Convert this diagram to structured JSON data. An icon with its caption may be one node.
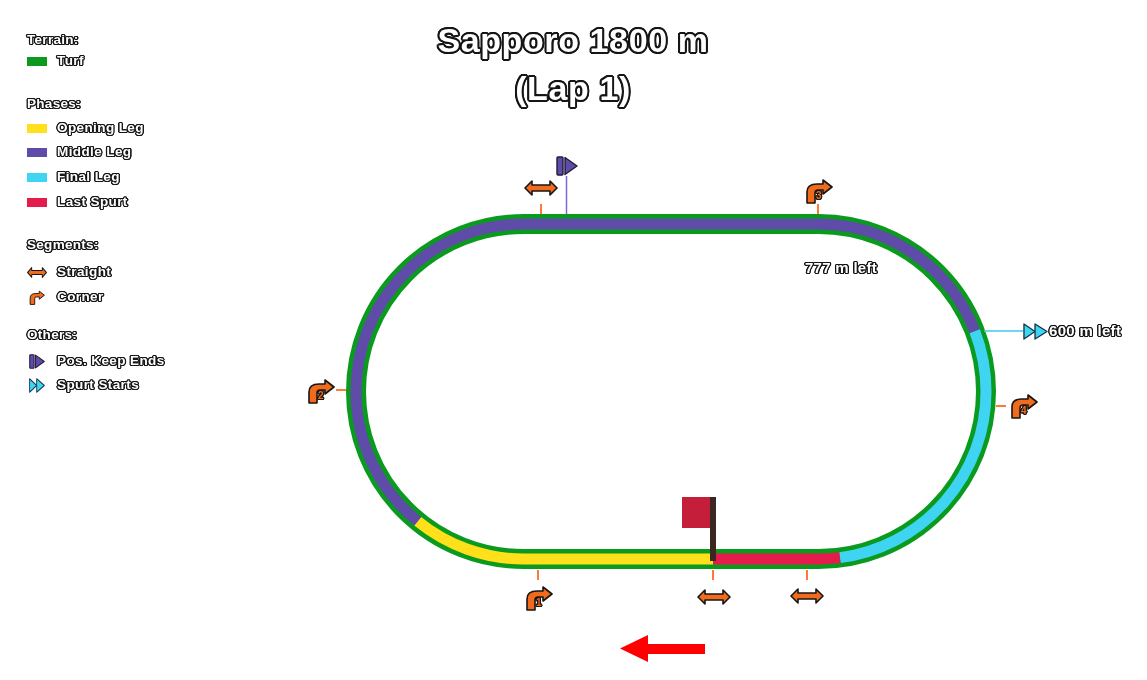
{
  "diagram": {
    "title": "Sapporo 1800 m (Lap 1)",
    "nodes": [
      {
        "text": [],
        "shape": "icon"
      },
      {
        "text": [
          "600 m left"
        ]
      }
    ],
    "edges": [
      {
        "from": 0,
        "to": null,
        "arrow": "none",
        "color": "#7b68d4"
      },
      {
        "from": 1,
        "to": null,
        "arrow": "none",
        "color": "#3fc8ef"
      }
    ],
    "labels": [
      "Terrain:",
      "Phases:",
      "Segments:",
      "Others:",
      "3",
      "777 m left",
      "2",
      "4",
      "1"
    ],
    "legend": [
      {
        "text": "Turf",
        "color": "#0a9b1e"
      },
      {
        "text": "Opening Leg",
        "color": "#ffe01a"
      },
      {
        "text": "Middle Leg",
        "color": "#5f4ba8"
      },
      {
        "text": "Final Leg",
        "color": "#3fd4f2"
      },
      {
        "text": "Last Spurt",
        "color": "#e51b4b"
      },
      {
        "text": "Straight"
      },
      {
        "text": "Corner"
      },
      {
        "text": "Pos. Keep Ends"
      },
      {
        "text": "Spurt Starts"
      }
    ]
  }
}
